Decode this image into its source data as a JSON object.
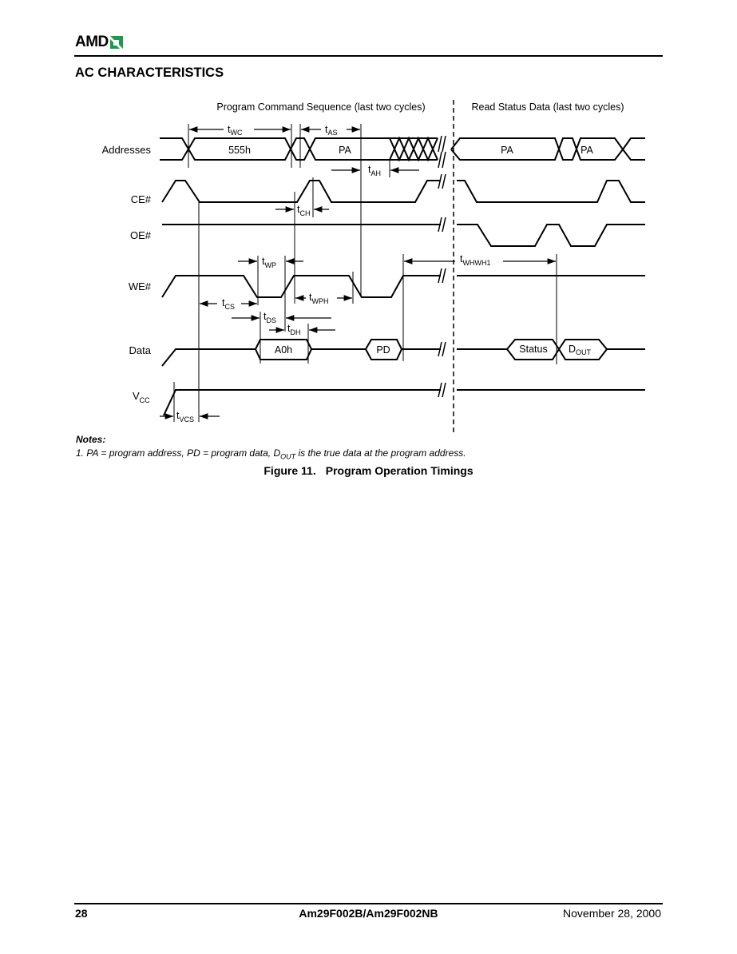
{
  "header": {
    "logo_text": "AMD",
    "section_title": "AC CHARACTERISTICS",
    "logo_color": "#1a9a4a"
  },
  "diagram": {
    "phase_left": "Program Command Sequence (last two cycles)",
    "phase_right": "Read Status Data (last two cycles)",
    "signals": {
      "addresses": "Addresses",
      "ce": "CE#",
      "oe": "OE#",
      "we": "WE#",
      "data": "Data",
      "vcc": "V",
      "vcc_sub": "CC"
    },
    "address_values": [
      "555h",
      "PA",
      "PA",
      "PA"
    ],
    "data_values": {
      "a0h": "A0h",
      "pd": "PD",
      "status": "Status",
      "dout": "D",
      "dout_sub": "OUT"
    },
    "timings": {
      "twc": {
        "t": "t",
        "sub": "WC"
      },
      "tas": {
        "t": "t",
        "sub": "AS"
      },
      "tah": {
        "t": "t",
        "sub": "AH"
      },
      "tch": {
        "t": "t",
        "sub": "CH"
      },
      "twp": {
        "t": "t",
        "sub": "WP"
      },
      "twhwh1": {
        "t": "t",
        "sub": "WHWH1"
      },
      "tcs": {
        "t": "t",
        "sub": "CS"
      },
      "twph": {
        "t": "t",
        "sub": "WPH"
      },
      "tds": {
        "t": "t",
        "sub": "DS"
      },
      "tdh": {
        "t": "t",
        "sub": "DH"
      },
      "tvcs": {
        "t": "t",
        "sub": "VCS"
      }
    }
  },
  "notes": {
    "heading": "Notes:",
    "note1_a": "1.  PA = program address, PD = program data, D",
    "note1_sub": "OUT",
    "note1_b": " is the true data at the program address."
  },
  "caption": {
    "figure": "Figure 11.",
    "title": "Program Operation Timings"
  },
  "footer": {
    "page": "28",
    "doc": "Am29F002B/Am29F002NB",
    "date": "November 28, 2000"
  }
}
